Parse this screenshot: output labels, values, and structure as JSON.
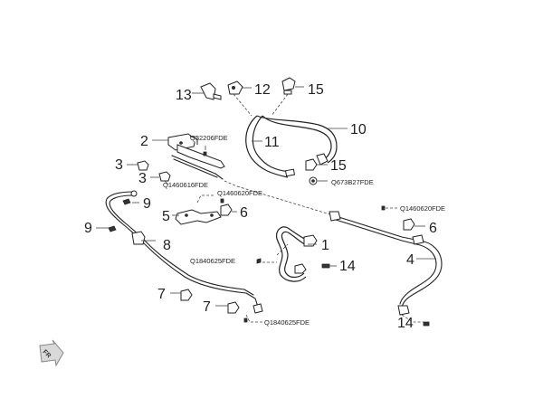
{
  "callouts": {
    "c1": "1",
    "c2": "2",
    "c3a": "3",
    "c3b": "3",
    "c4": "4",
    "c5": "5",
    "c6a": "6",
    "c6b": "6",
    "c7a": "7",
    "c7b": "7",
    "c8": "8",
    "c9a": "9",
    "c9b": "9",
    "c10": "10",
    "c11": "11",
    "c12": "12",
    "c13": "13",
    "c14a": "14",
    "c14b": "14",
    "c15a": "15",
    "c15b": "15"
  },
  "codes": {
    "q32206": "Q32206FDE",
    "q1460616": "Q1460616FDE",
    "q1460620a": "Q1460620FDE",
    "q1460620b": "Q1460620FDE",
    "q673b27": "Q673B27FDE",
    "q1840625a": "Q1840625FDE",
    "q1840625b": "Q1840625FDE"
  },
  "direction_badge": "FR",
  "icons": {
    "direction": "forward-arrow-icon"
  }
}
